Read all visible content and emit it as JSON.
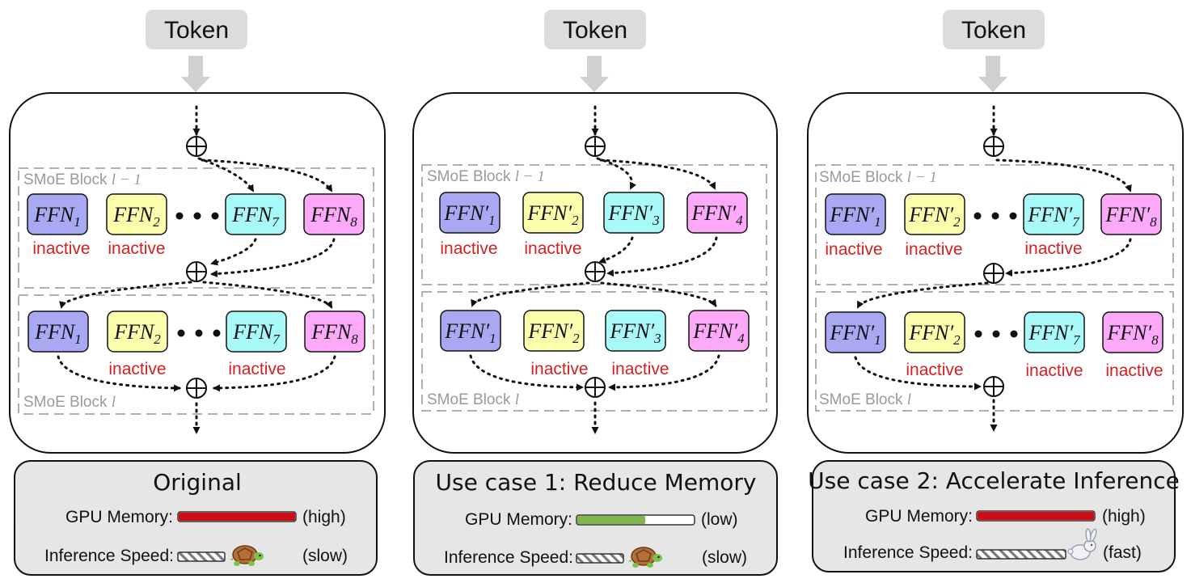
{
  "colors": {
    "ffn_blue": "#a9a9f3",
    "ffn_yellow": "#fcfcad",
    "ffn_cyan": "#a9f9f9",
    "ffn_pink": "#fba9f8",
    "inactive_red": "#d42020",
    "memory_high": "#cc0d18",
    "memory_low": "#7cb84a",
    "panel_gray": "#e6e6e6",
    "token_gray": "#dcdcdc"
  },
  "panels": [
    {
      "token_label": "Token",
      "blocks": [
        {
          "label": "SMoE Block",
          "index": "l − 1",
          "experts": [
            {
              "label": "FFN",
              "sub": "1",
              "prime": false,
              "color": "blue",
              "status": "inactive"
            },
            {
              "label": "FFN",
              "sub": "2",
              "prime": false,
              "color": "yellow",
              "status": "inactive"
            },
            {
              "label": "FFN",
              "sub": "7",
              "prime": false,
              "color": "cyan",
              "status": ""
            },
            {
              "label": "FFN",
              "sub": "8",
              "prime": false,
              "color": "pink",
              "status": ""
            }
          ]
        },
        {
          "label": "SMoE Block",
          "index": "l",
          "experts": [
            {
              "label": "FFN",
              "sub": "1",
              "prime": false,
              "color": "blue",
              "status": ""
            },
            {
              "label": "FFN",
              "sub": "2",
              "prime": false,
              "color": "yellow",
              "status": "inactive"
            },
            {
              "label": "FFN",
              "sub": "7",
              "prime": false,
              "color": "cyan",
              "status": "inactive"
            },
            {
              "label": "FFN",
              "sub": "8",
              "prime": false,
              "color": "pink",
              "status": ""
            }
          ]
        }
      ],
      "title": "Original",
      "gpu_memory_label": "GPU Memory:",
      "gpu_memory_fill": 1.0,
      "gpu_memory_level": "high",
      "gpu_memory_value": "(high)",
      "speed_label": "Inference Speed:",
      "speed_icon": "turtle-icon",
      "speed_value": "(slow)"
    },
    {
      "token_label": "Token",
      "blocks": [
        {
          "label": "SMoE Block",
          "index": "l − 1",
          "experts": [
            {
              "label": "FFN",
              "sub": "1",
              "prime": true,
              "color": "blue",
              "status": "inactive"
            },
            {
              "label": "FFN",
              "sub": "2",
              "prime": true,
              "color": "yellow",
              "status": "inactive"
            },
            {
              "label": "FFN",
              "sub": "3",
              "prime": true,
              "color": "cyan",
              "status": ""
            },
            {
              "label": "FFN",
              "sub": "4",
              "prime": true,
              "color": "pink",
              "status": ""
            }
          ]
        },
        {
          "label": "SMoE Block",
          "index": "l",
          "experts": [
            {
              "label": "FFN",
              "sub": "1",
              "prime": true,
              "color": "blue",
              "status": ""
            },
            {
              "label": "FFN",
              "sub": "2",
              "prime": true,
              "color": "yellow",
              "status": "inactive"
            },
            {
              "label": "FFN",
              "sub": "3",
              "prime": true,
              "color": "cyan",
              "status": "inactive"
            },
            {
              "label": "FFN",
              "sub": "4",
              "prime": true,
              "color": "pink",
              "status": ""
            }
          ]
        }
      ],
      "title": "Use case 1: Reduce Memory",
      "gpu_memory_label": "GPU Memory:",
      "gpu_memory_fill": 0.58,
      "gpu_memory_level": "low",
      "gpu_memory_value": "(low)",
      "speed_label": "Inference Speed:",
      "speed_icon": "turtle-icon",
      "speed_value": "(slow)"
    },
    {
      "token_label": "Token",
      "blocks": [
        {
          "label": "SMoE Block",
          "index": "l − 1",
          "experts": [
            {
              "label": "FFN",
              "sub": "1",
              "prime": true,
              "color": "blue",
              "status": "inactive"
            },
            {
              "label": "FFN",
              "sub": "2",
              "prime": true,
              "color": "yellow",
              "status": "inactive"
            },
            {
              "label": "FFN",
              "sub": "7",
              "prime": true,
              "color": "cyan",
              "status": "inactive"
            },
            {
              "label": "FFN",
              "sub": "8",
              "prime": true,
              "color": "pink",
              "status": ""
            }
          ]
        },
        {
          "label": "SMoE Block",
          "index": "l",
          "experts": [
            {
              "label": "FFN",
              "sub": "1",
              "prime": true,
              "color": "blue",
              "status": ""
            },
            {
              "label": "FFN",
              "sub": "2",
              "prime": true,
              "color": "yellow",
              "status": "inactive"
            },
            {
              "label": "FFN",
              "sub": "7",
              "prime": true,
              "color": "cyan",
              "status": "inactive"
            },
            {
              "label": "FFN",
              "sub": "8",
              "prime": true,
              "color": "pink",
              "status": "inactive"
            }
          ]
        }
      ],
      "title": "Use case 2: Accelerate Inference",
      "gpu_memory_label": "GPU Memory:",
      "gpu_memory_fill": 1.0,
      "gpu_memory_level": "high",
      "gpu_memory_value": "(high)",
      "speed_label": "Inference Speed:",
      "speed_icon": "rabbit-icon",
      "speed_value": "(fast)"
    }
  ]
}
